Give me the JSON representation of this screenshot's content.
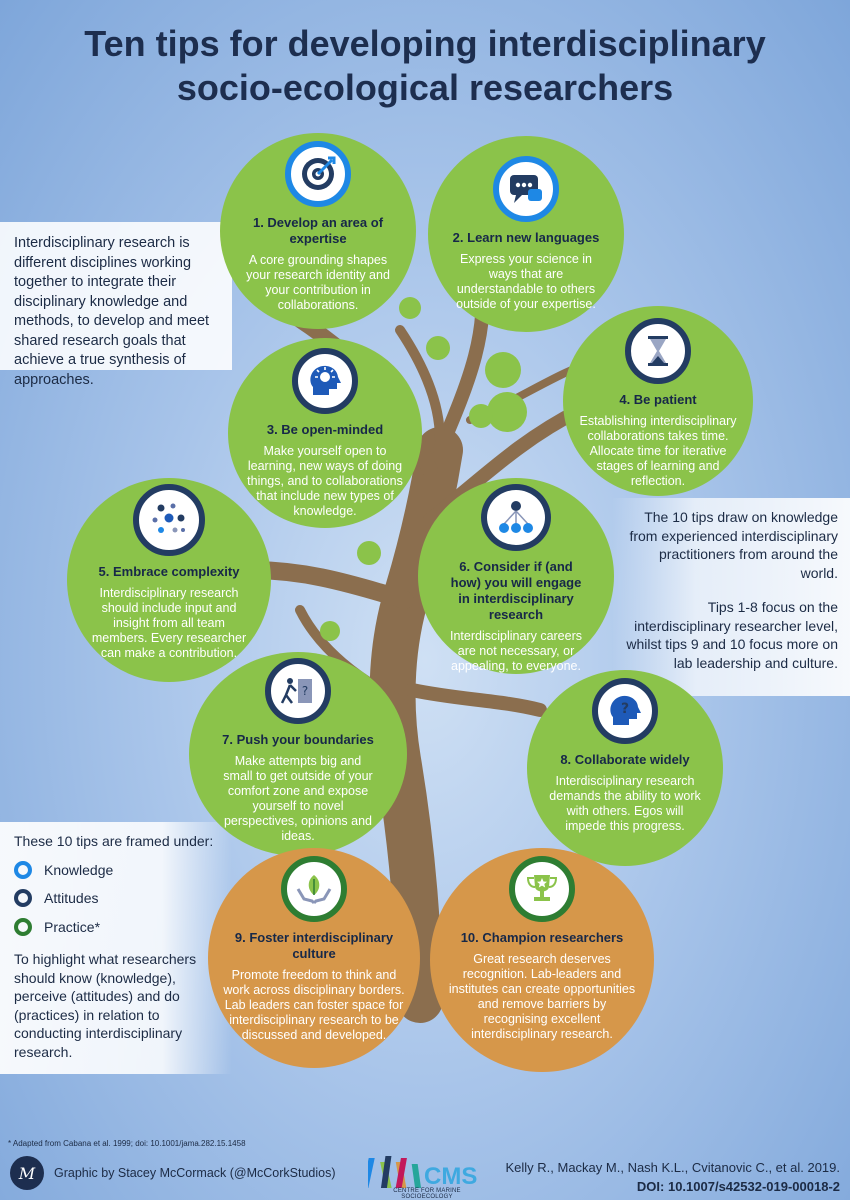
{
  "title_line1": "Ten tips for developing interdisciplinary",
  "title_line2": "socio-ecological researchers",
  "intro": "Interdisciplinary research is different disciplines working together to integrate their disciplinary knowledge and methods, to develop and meet shared research goals that achieve a true synthesis of approaches.",
  "right_panel": {
    "p1": "The 10 tips draw on knowledge from experienced interdisciplinary practitioners from around the world.",
    "p2": "Tips 1-8 focus on the interdisciplinary researcher level, whilst tips 9 and 10 focus more on lab leadership and culture."
  },
  "framework": {
    "heading": "These 10 tips are framed under:",
    "items": [
      "Knowledge",
      "Attitudes",
      "Practice*"
    ],
    "colors": {
      "knowledge": "#1e88e5",
      "attitudes": "#233c62",
      "practice": "#2e7d32"
    },
    "summary": "To highlight what researchers should know (knowledge), perceive (attitudes) and do (practices) in relation to conducting interdisciplinary research."
  },
  "tips": [
    {
      "head": "1. Develop an area of expertise",
      "body": "A core grounding shapes your research identity and your contribution in collaborations.",
      "icon": "target-icon"
    },
    {
      "head": "2. Learn new languages",
      "body": "Express your science in ways that are understandable to others outside of your expertise.",
      "icon": "speech-bubble-icon"
    },
    {
      "head": "3. Be open-minded",
      "body": "Make yourself open to learning, new ways of doing things, and to collaborations that include new types of knowledge.",
      "icon": "head-lightbulb-icon"
    },
    {
      "head": "4. Be patient",
      "body": "Establishing interdisciplinary collaborations takes time. Allocate time for iterative stages of learning and reflection.",
      "icon": "hourglass-icon"
    },
    {
      "head": "5. Embrace complexity",
      "body": "Interdisciplinary research should include input and insight from all team members. Every researcher can make a contribution.",
      "icon": "dots-cluster-icon"
    },
    {
      "head": "6. Consider if (and how) you will engage in interdisciplinary research",
      "body": "Interdisciplinary careers are not necessary, or appealing, to everyone.",
      "icon": "people-network-icon"
    },
    {
      "head": "7. Push your boundaries",
      "body": "Make attempts big and small to get outside of your comfort zone and expose yourself to novel perspectives, opinions and ideas.",
      "icon": "push-box-icon"
    },
    {
      "head": "8. Collaborate widely",
      "body": "Interdisciplinary research demands the ability to work with others. Egos will impede this progress.",
      "icon": "head-question-icon"
    },
    {
      "head": "9. Foster interdisciplinary culture",
      "body": "Promote freedom to think and work across disciplinary borders. Lab leaders can foster space for interdisciplinary research to be discussed and developed.",
      "icon": "hands-leaf-icon"
    },
    {
      "head": "10. Champion researchers",
      "body": "Great research deserves recognition. Lab-leaders and institutes can create opportunities and remove barriers by recognising excellent interdisciplinary research.",
      "icon": "trophy-icon"
    }
  ],
  "footnote": "* Adapted from Cabana et al. 1999; doi: 10.1001/jama.282.15.1458",
  "credit": "Graphic by Stacey McCormack (@McCorkStudios)",
  "logo_monogram": "M",
  "cms_logo_text": "CMS",
  "cms_subtitle": "CENTRE FOR MARINE SOCIOECOLOGY",
  "citation": "Kelly R., Mackay M., Nash K.L., Cvitanovic C., et al. 2019.",
  "doi": "DOI: 10.1007/s42532-019-00018-2"
}
